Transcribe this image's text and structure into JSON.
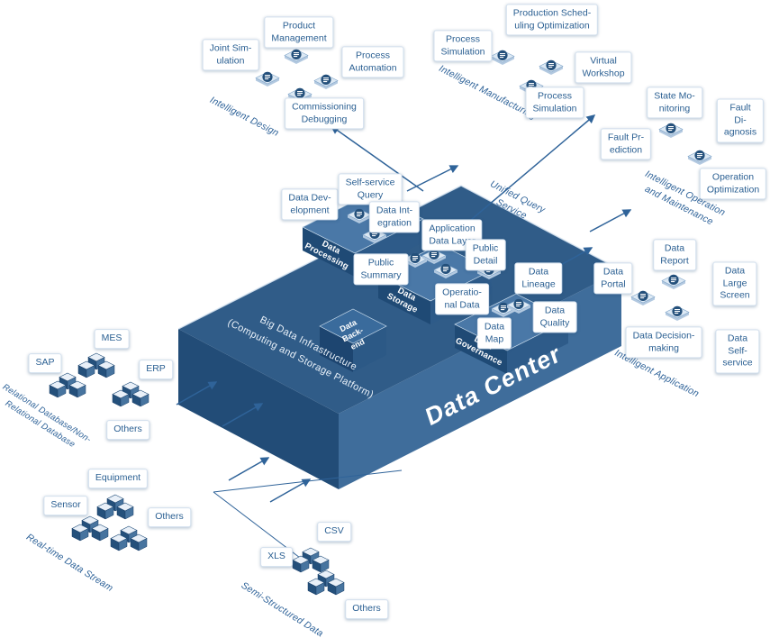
{
  "colors": {
    "accent": "#2f6399",
    "platform_top": "#305c88",
    "platform_left": "#224c77",
    "platform_right": "#3f6d9b",
    "chip_text": "#2a5f92"
  },
  "platform": {
    "title": "Data Center",
    "subtitle": "Big Data Infrastructure\n(Computing and Storage Platform)",
    "tiers": {
      "processing": "Data\nProcessing",
      "storage": "Data\nStorage",
      "governance": "Data\nGovernance",
      "backend": "Data\nBack-\nend"
    },
    "components": {
      "data_development": "Data Dev-\nelopment",
      "self_service_query": "Self-service\nQuery",
      "data_integration": "Data Int-\negration",
      "application_data_layer": "Application\nData Layer",
      "public_summary": "Public\nSummary",
      "public_detail": "Public\nDetail",
      "operational_data": "Operatio-\nnal Data",
      "data_map": "Data\nMap",
      "data_quality": "Data\nQuality",
      "data_lineage": "Data\nLineage"
    }
  },
  "flows": {
    "unified_query_service": "Unified Query\nService"
  },
  "groups": {
    "design": {
      "label": "Intelligent Design",
      "items": {
        "joint_simulation": "Joint Sim-\nulation",
        "product_management": "Product\nManagement",
        "process_automation": "Process\nAutomation",
        "commissioning_debugging": "Commissioning\nDebugging"
      }
    },
    "manufacturing": {
      "label": "Intelligent Manufacturing",
      "items": {
        "process_simulation_a": "Process\nSimulation",
        "production_scheduling": "Production Sched-\nuling Optimization",
        "virtual_workshop": "Virtual\nWorkshop",
        "process_simulation_b": "Process\nSimulation"
      }
    },
    "operation": {
      "label": "Intelligent Operation\nand Maintenance",
      "items": {
        "state_monitoring": "State Mo-\nnitoring",
        "fault_diagnosis": "Fault Di-\nagnosis",
        "fault_prediction": "Fault Pr-\nediction",
        "operation_optimization": "Operation\nOptimization"
      }
    },
    "application": {
      "label": "Intelligent Application",
      "items": {
        "data_report": "Data\nReport",
        "data_large_screen": "Data Large\nScreen",
        "data_portal": "Data\nPortal",
        "data_decision_making": "Data Decision-\nmaking",
        "data_self_service": "Data Self-\nservice"
      }
    },
    "relational": {
      "label": "Relational Database/Non-\nRelational Database",
      "items": {
        "sap": "SAP",
        "mes": "MES",
        "erp": "ERP",
        "others": "Others"
      }
    },
    "realtime": {
      "label": "Real-time Data Stream",
      "items": {
        "sensor": "Sensor",
        "equipment": "Equipment",
        "others": "Others"
      }
    },
    "semistructured": {
      "label": "Semi-Structured Data",
      "items": {
        "xls": "XLS",
        "csv": "CSV",
        "others": "Others"
      }
    }
  }
}
